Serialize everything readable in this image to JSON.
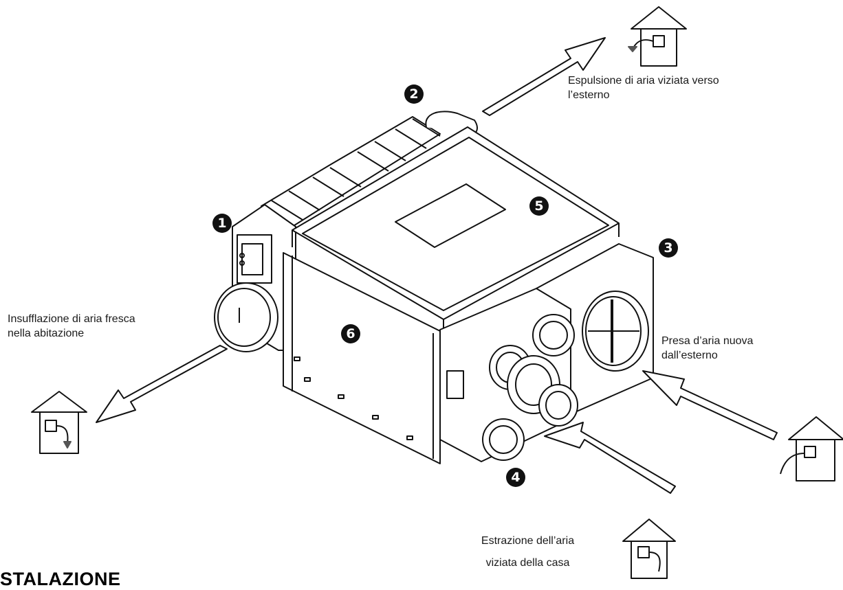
{
  "labels": {
    "exhaust_out": [
      "Espulsione di aria viziata verso",
      "l’esterno"
    ],
    "supply_in": [
      "Insufflazione di aria fresca",
      "nella abitazione"
    ],
    "fresh_intake": [
      "Presa d’aria nuova",
      "dall’esterno"
    ],
    "extract_in": [
      "Estrazione dell’aria",
      "viziata della casa"
    ]
  },
  "markers": {
    "m1": "1",
    "m2": "2",
    "m3": "3",
    "m4": "4",
    "m5": "5",
    "m6": "6"
  },
  "heading": "STALAZIONE"
}
